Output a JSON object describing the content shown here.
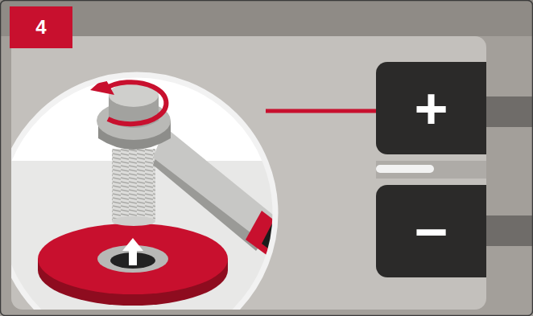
{
  "diagram": {
    "nodes": [
      {
        "text": [
          "4"
        ]
      },
      {
        "text": [
          "+"
        ]
      },
      {
        "text": [
          "−"
        ]
      }
    ]
  }
}
